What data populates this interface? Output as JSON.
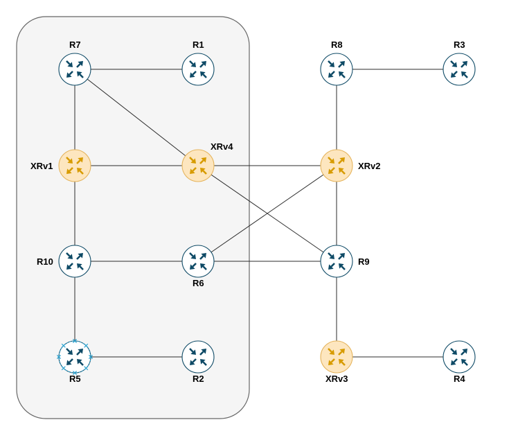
{
  "colors": {
    "standard_router_fill": "#ffffff",
    "standard_router_stroke": "#0e4a66",
    "standard_router_arrow": "#0e4a66",
    "xr_router_fill": "#fde6bf",
    "xr_router_stroke": "#e5b35a",
    "xr_router_arrow": "#d79b00",
    "link": "#2b2b2b",
    "group_fill": "#f5f5f5",
    "group_stroke": "#666666",
    "selected_handle": "#29a3d1"
  },
  "nodes": [
    {
      "id": "R7",
      "label": "R7",
      "type": "standard",
      "icon": "router-icon"
    },
    {
      "id": "R1",
      "label": "R1",
      "type": "standard",
      "icon": "router-icon"
    },
    {
      "id": "R8",
      "label": "R8",
      "type": "standard",
      "icon": "router-icon"
    },
    {
      "id": "R3",
      "label": "R3",
      "type": "standard",
      "icon": "router-icon"
    },
    {
      "id": "XRv1",
      "label": "XRv1",
      "type": "xr",
      "icon": "router-icon"
    },
    {
      "id": "XRv4",
      "label": "XRv4",
      "type": "xr",
      "icon": "router-icon"
    },
    {
      "id": "XRv2",
      "label": "XRv2",
      "type": "xr",
      "icon": "router-icon"
    },
    {
      "id": "R10",
      "label": "R10",
      "type": "standard",
      "icon": "router-icon"
    },
    {
      "id": "R6",
      "label": "R6",
      "type": "standard",
      "icon": "router-icon"
    },
    {
      "id": "R9",
      "label": "R9",
      "type": "standard",
      "icon": "router-icon"
    },
    {
      "id": "R5",
      "label": "R5",
      "type": "standard",
      "icon": "router-icon",
      "selected": true
    },
    {
      "id": "R2",
      "label": "R2",
      "type": "standard",
      "icon": "router-icon"
    },
    {
      "id": "XRv3",
      "label": "XRv3",
      "type": "xr",
      "icon": "router-icon"
    },
    {
      "id": "R4",
      "label": "R4",
      "type": "standard",
      "icon": "router-icon"
    }
  ],
  "links": [
    [
      "R7",
      "R1"
    ],
    [
      "R7",
      "XRv1"
    ],
    [
      "R7",
      "XRv4"
    ],
    [
      "XRv1",
      "XRv4"
    ],
    [
      "XRv4",
      "XRv2"
    ],
    [
      "XRv4",
      "R9"
    ],
    [
      "R8",
      "R3"
    ],
    [
      "R8",
      "XRv2"
    ],
    [
      "XRv2",
      "R9"
    ],
    [
      "XRv2",
      "R6"
    ],
    [
      "XRv1",
      "R10"
    ],
    [
      "R10",
      "R6"
    ],
    [
      "R6",
      "R9"
    ],
    [
      "R10",
      "R5"
    ],
    [
      "R5",
      "R2"
    ],
    [
      "R9",
      "XRv3"
    ],
    [
      "XRv3",
      "R4"
    ]
  ]
}
